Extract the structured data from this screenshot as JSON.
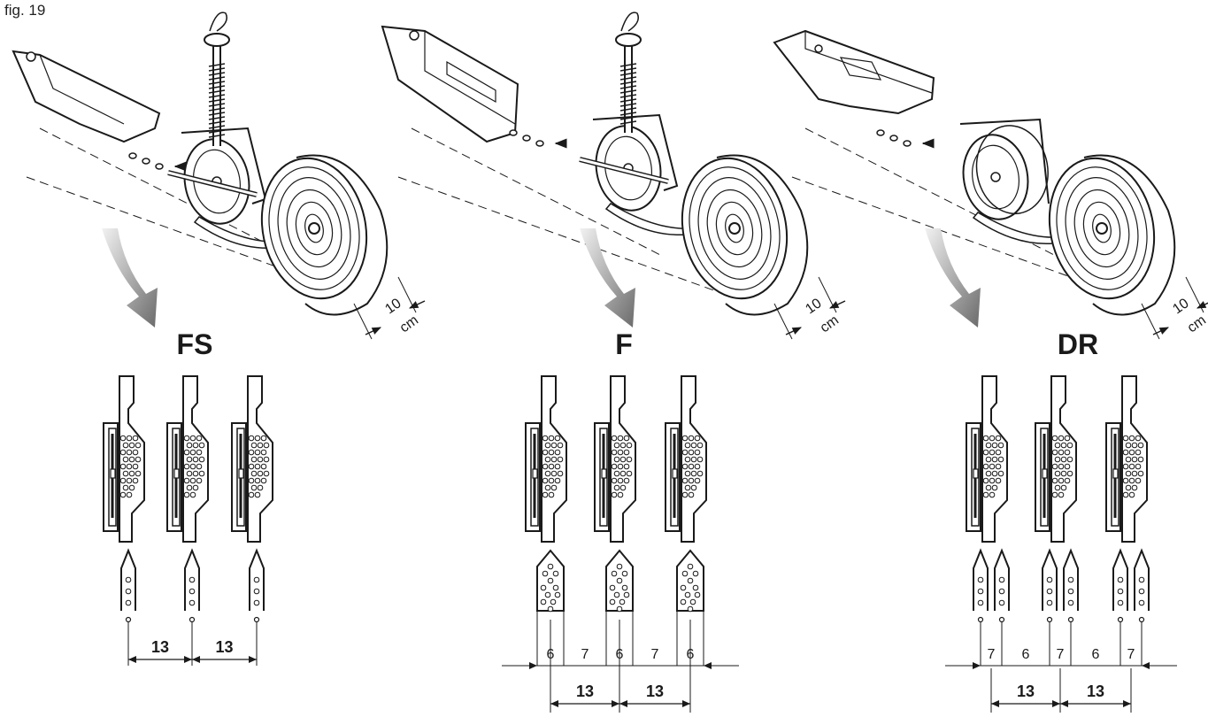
{
  "figure": {
    "label": "fig. 19"
  },
  "panels": [
    {
      "id": "fs",
      "title": "FS",
      "wheel_dimension": {
        "value": "10",
        "unit": "cm"
      },
      "row_pattern": "single",
      "spacing_labels": [
        "13",
        "13"
      ],
      "spacing_labels_small": []
    },
    {
      "id": "f",
      "title": "F",
      "wheel_dimension": {
        "value": "10",
        "unit": "cm"
      },
      "row_pattern": "band",
      "spacing_labels": [
        "13",
        "13"
      ],
      "spacing_labels_small": [
        "6",
        "7",
        "6",
        "7",
        "6"
      ]
    },
    {
      "id": "dr",
      "title": "DR",
      "wheel_dimension": {
        "value": "10",
        "unit": "cm"
      },
      "row_pattern": "double",
      "spacing_labels": [
        "13",
        "13"
      ],
      "spacing_labels_small": [
        "7",
        "6",
        "7",
        "6",
        "7"
      ]
    }
  ],
  "colors": {
    "line": "#1a1a1a",
    "arrow": "#777777",
    "background": "#ffffff"
  },
  "icons": [
    "coulter-icon",
    "depth-wheel-icon",
    "press-wheel-icon",
    "seed-boot-icon",
    "arrow-icon"
  ]
}
